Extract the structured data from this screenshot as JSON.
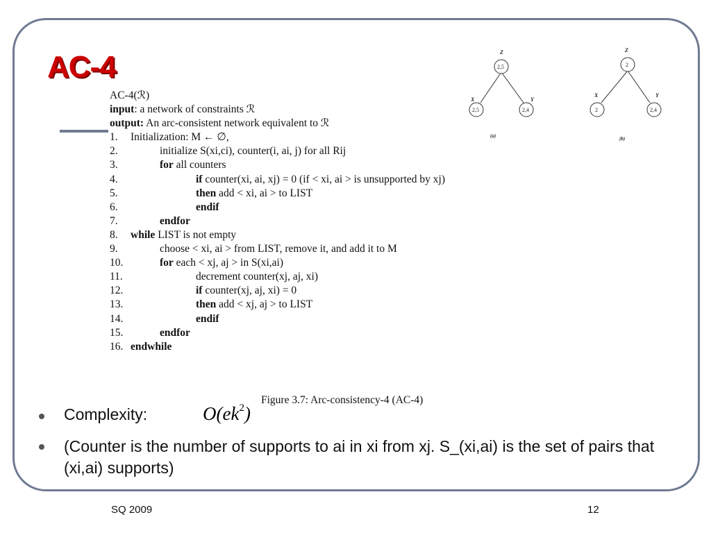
{
  "slide": {
    "title": "AC-4",
    "footer_left": "SQ 2009",
    "page_number": "12",
    "accent_color": "#cc0000",
    "frame_color": "#6f7a92"
  },
  "algorithm": {
    "header": "AC-4(ℛ)",
    "input_label": "input",
    "input_text": ": a network of constraints ℛ",
    "output_label": "output:",
    "output_text": " An arc-consistent network equivalent to ℛ",
    "lines": [
      {
        "num": "1.",
        "indent": 0,
        "kw": "",
        "text": "Initialization:  M ← ∅,"
      },
      {
        "num": "2.",
        "indent": 1,
        "kw": "",
        "text": "initialize S(xi,ci), counter(i, ai, j) for all Rij"
      },
      {
        "num": "3.",
        "indent": 1,
        "kw": "for",
        "text": " all counters"
      },
      {
        "num": "4.",
        "indent": 2,
        "kw": "if",
        "text": " counter(xi, ai, xj) = 0 (if < xi, ai > is unsupported by xj)"
      },
      {
        "num": "5.",
        "indent": 2,
        "kw": "",
        "text": "add < xi, ai > to LIST",
        "kw2": "then"
      },
      {
        "num": "6.",
        "indent": 2,
        "kw": "endif",
        "text": ""
      },
      {
        "num": "7.",
        "indent": 1,
        "kw": "endfor",
        "text": ""
      },
      {
        "num": "8.",
        "indent": 0,
        "kw": "while",
        "text": " LIST is not empty"
      },
      {
        "num": "9.",
        "indent": 1,
        "kw": "",
        "text": "choose < xi, ai > from LIST, remove it, and add it to M"
      },
      {
        "num": "10.",
        "indent": 1,
        "kw": "for",
        "text": " each < xj, aj > in S(xi,ai)"
      },
      {
        "num": "11.",
        "indent": 2,
        "kw": "",
        "text": "decrement counter(xj, aj, xi)"
      },
      {
        "num": "12.",
        "indent": 2,
        "kw": "if",
        "text": " counter(xj, aj, xi) = 0"
      },
      {
        "num": "13.",
        "indent": 2,
        "kw": "",
        "text": "add < xj, aj > to LIST",
        "kw2": "then"
      },
      {
        "num": "14.",
        "indent": 2,
        "kw": "endif",
        "text": ""
      },
      {
        "num": "15.",
        "indent": 1,
        "kw": "endfor",
        "text": ""
      },
      {
        "num": "16.",
        "indent": 0,
        "kw": "endwhile",
        "text": ""
      }
    ],
    "caption": "Figure 3.7: Arc-consistency-4 (AC-4)"
  },
  "graphs": [
    {
      "label": "(a)",
      "top_var": "Z",
      "top_val": "2,5",
      "left_var": "X",
      "left_val": "2,5",
      "right_var": "Y",
      "right_val": "2,4"
    },
    {
      "label": "(b)",
      "top_var": "Z",
      "top_val": "2",
      "left_var": "X",
      "left_val": "2",
      "right_var": "Y",
      "right_val": "2,4"
    }
  ],
  "bullets": {
    "complexity_label": "Complexity:",
    "complexity_formula_base": "O(ek",
    "complexity_formula_exp": "2",
    "complexity_formula_close": ")",
    "note": "(Counter is the number of supports to ai in xi from xj. S_(xi,ai) is the set of pairs that (xi,ai) supports)"
  }
}
